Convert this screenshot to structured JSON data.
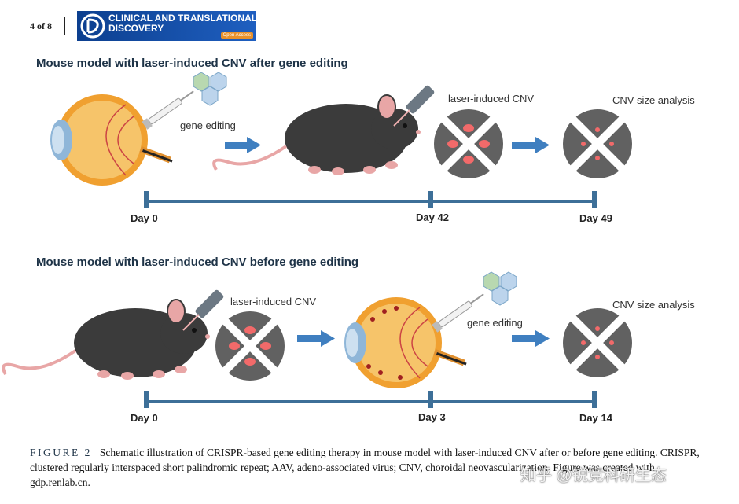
{
  "header": {
    "page_number": "4 of 8",
    "journal_line1": "CLINICAL AND TRANSLATIONAL",
    "journal_line2": "DISCOVERY",
    "journal_badge": "Open Access"
  },
  "panels": [
    {
      "title": "Mouse model with laser-induced CNV after gene editing",
      "labels": {
        "gene_editing": "gene editing",
        "laser": "laser-induced CNV",
        "analysis": "CNV size analysis"
      },
      "days": [
        "Day 0",
        "Day 42",
        "Day 49"
      ]
    },
    {
      "title": "Mouse model with laser-induced CNV before gene editing",
      "labels": {
        "laser": "laser-induced CNV",
        "gene_editing": "gene editing",
        "analysis": "CNV size analysis"
      },
      "days": [
        "Day 0",
        "Day 3",
        "Day 14"
      ]
    }
  ],
  "caption": {
    "label": "FIGURE 2",
    "text": "Schematic illustration of CRISPR-based gene editing therapy in mouse model with laser-induced CNV after or before gene editing. CRISPR, clustered regularly interspaced short palindromic repeat; AAV, adeno-associated virus; CNV, choroidal neovascularization. Figure was created with gdp.renlab.cn."
  },
  "watermark": "知乎 @锐竞科研生态",
  "colors": {
    "arrow": "#3f7fc0",
    "timeline": "#3d6f98",
    "lesion": "#f26a6a",
    "fundus": "#616161",
    "mouse": "#3b3b3b"
  }
}
